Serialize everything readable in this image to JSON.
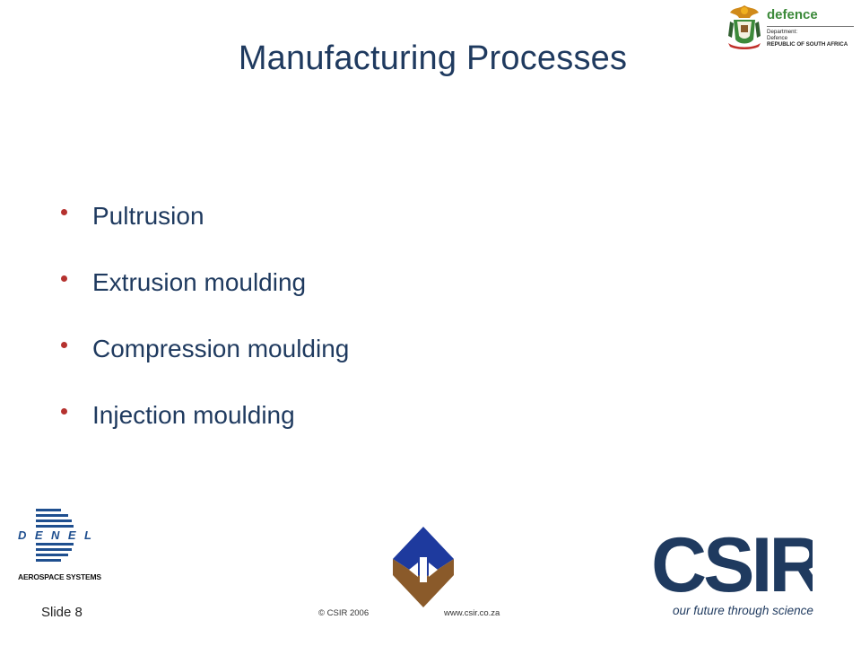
{
  "slide": {
    "title": "Manufacturing Processes",
    "bullets": [
      "Pultrusion",
      "Extrusion moulding",
      "Compression moulding",
      "Injection moulding"
    ]
  },
  "footer": {
    "slide_number": "Slide 8",
    "copyright": "© CSIR  2006",
    "website": "www.csir.co.za"
  },
  "logos": {
    "defence": {
      "word": "defence",
      "line1": "Department:",
      "line2": "Defence",
      "line3": "REPUBLIC OF SOUTH AFRICA"
    },
    "denel": {
      "letters": [
        "D",
        "E",
        "N",
        "E",
        "L"
      ],
      "systems": "AEROSPACE SYSTEMS"
    },
    "csir": {
      "word": "CSIR",
      "tagline": "our future through science"
    }
  },
  "colors": {
    "title": "#1f3a5f",
    "bullet_marker": "#b5322f",
    "csir_navy": "#1f3a5f",
    "defence_green": "#3c8a3a"
  }
}
